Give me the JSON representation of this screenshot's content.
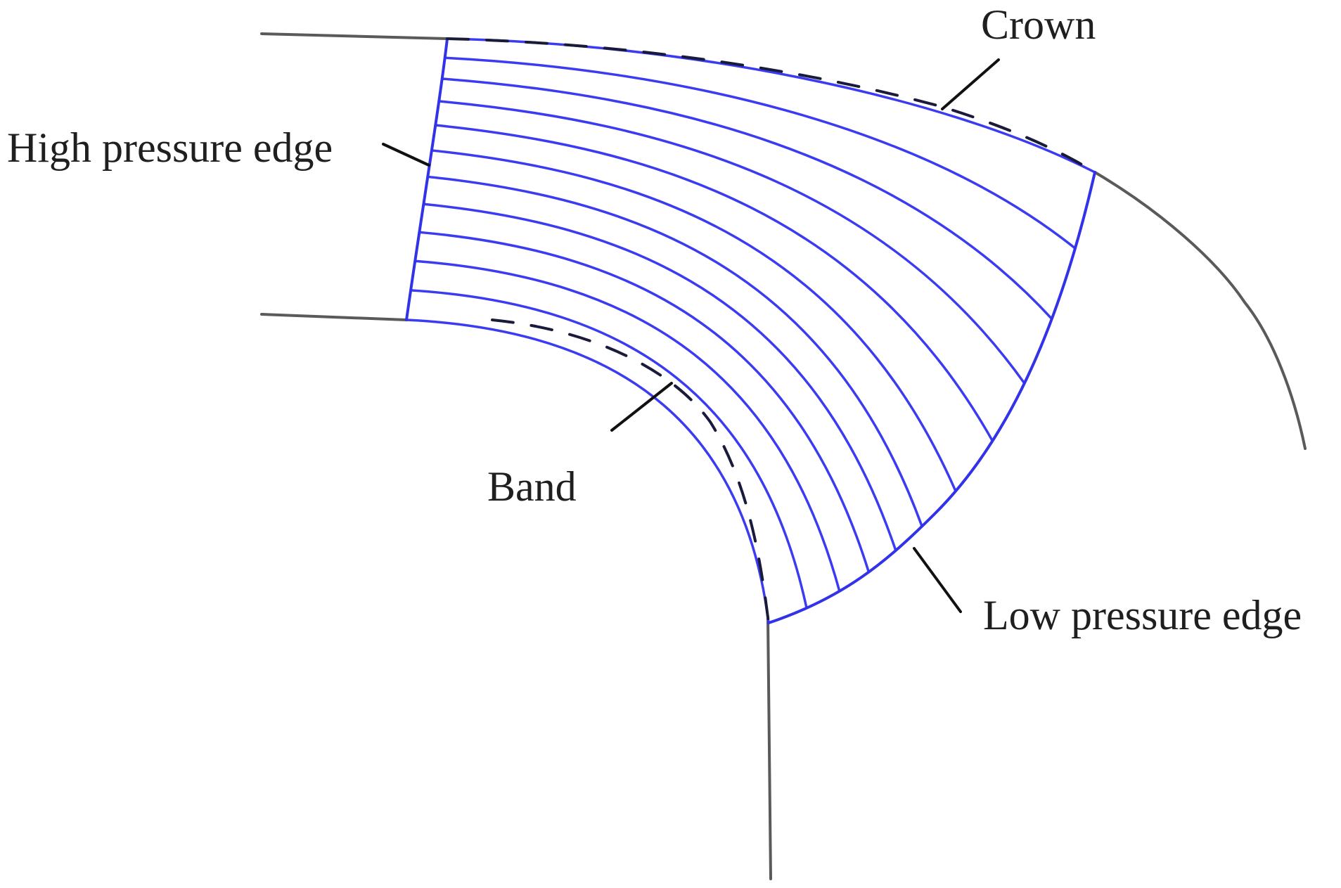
{
  "labels": {
    "crown": "Crown",
    "high_pressure_edge": "High pressure edge",
    "band": "Band",
    "low_pressure_edge": "Low pressure edge"
  },
  "colors": {
    "streamline": "#3b3bf2",
    "outline": "#5a5a5a",
    "text": "#1f1f1f"
  },
  "streamline_count": 11
}
